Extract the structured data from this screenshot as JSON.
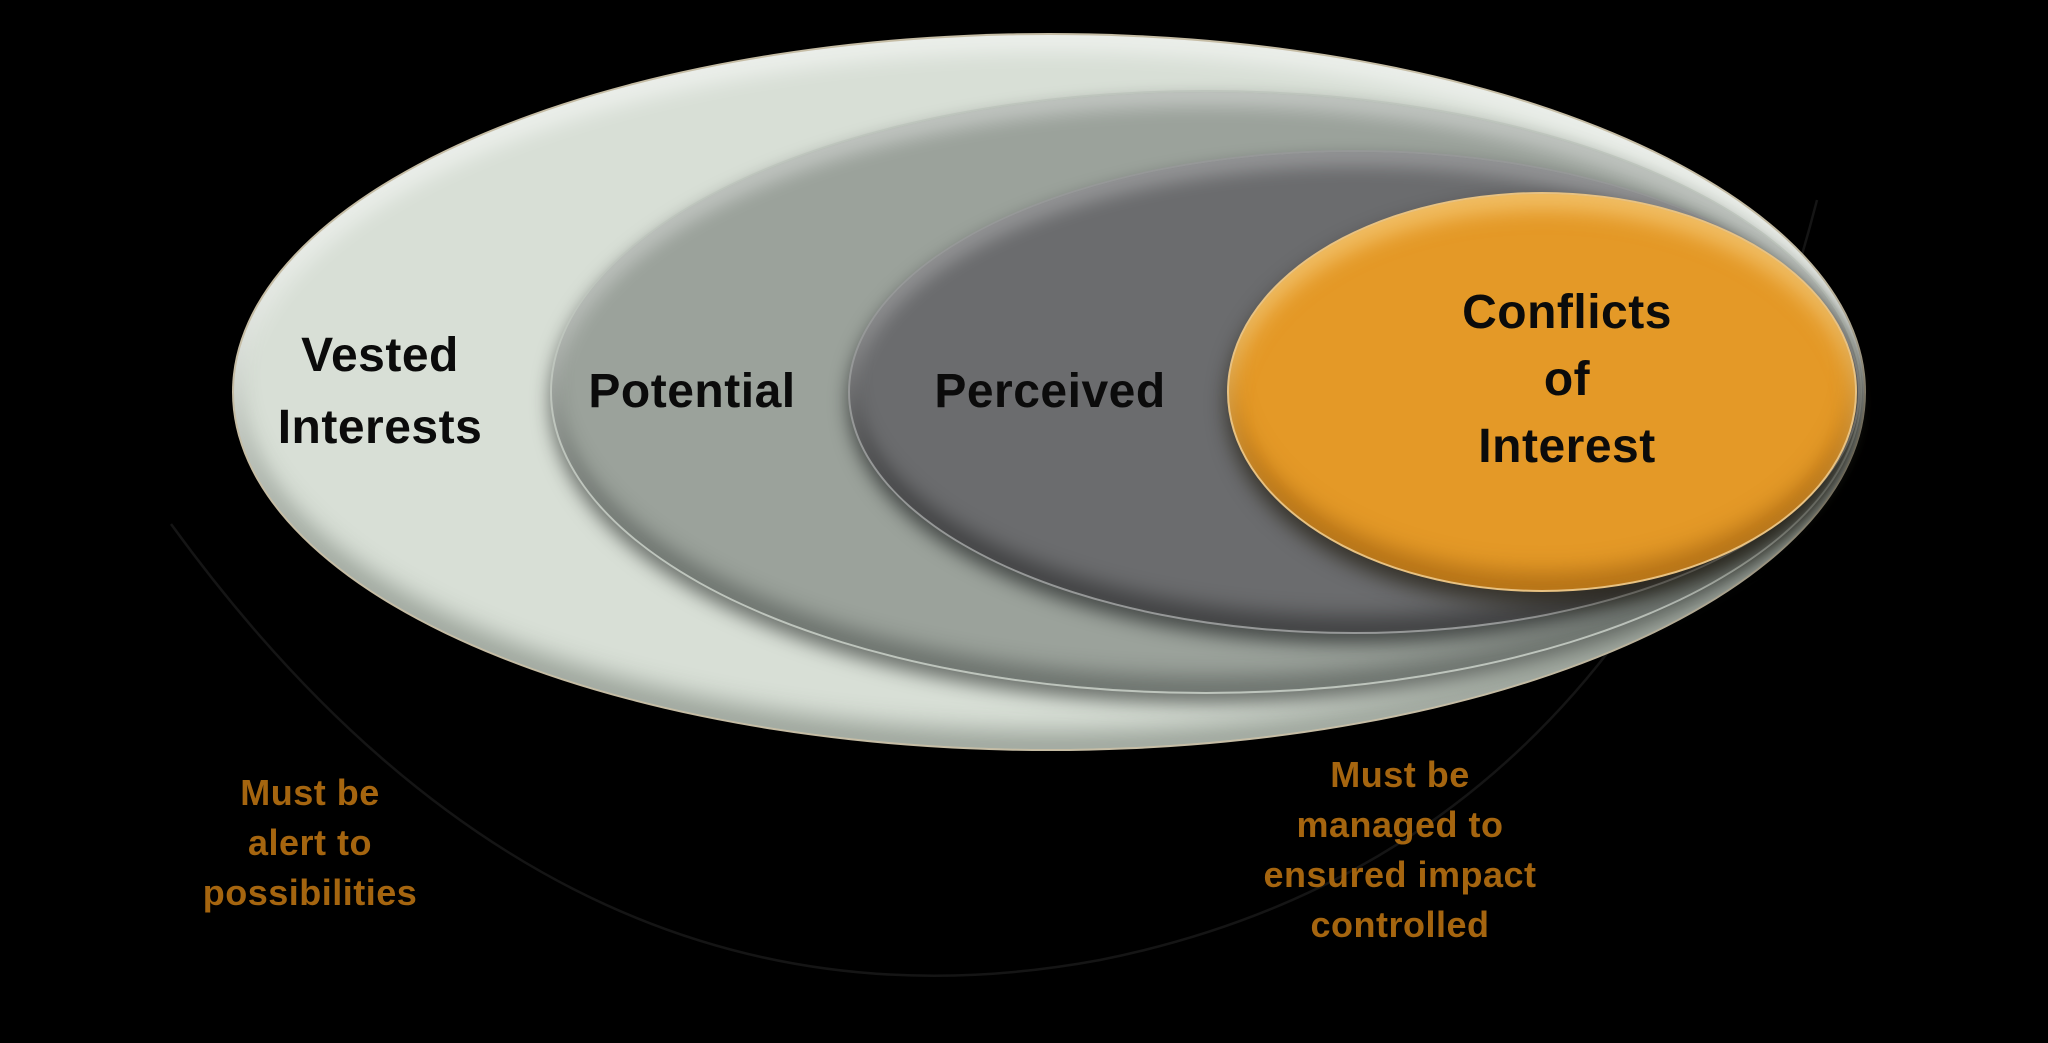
{
  "background": "#000000",
  "label_color": "#0B0B0B",
  "rings": {
    "vested": {
      "label_lines": [
        "Vested",
        "Interests"
      ],
      "fill": "#D8DFD6"
    },
    "potential": {
      "label": "Potential",
      "fill": "#9BA29B"
    },
    "perceived": {
      "label": "Perceived",
      "fill": "#6B6C6E"
    },
    "conflicts": {
      "label_lines": [
        "Conflicts",
        "of",
        "Interest"
      ],
      "fill": "#E49927"
    }
  },
  "captions": {
    "color": "#A5650F",
    "left": {
      "lines": [
        "Must be",
        "alert to",
        "possibilities"
      ]
    },
    "right": {
      "lines": [
        "Must be",
        "managed to",
        "ensured impact",
        "controlled"
      ]
    }
  }
}
